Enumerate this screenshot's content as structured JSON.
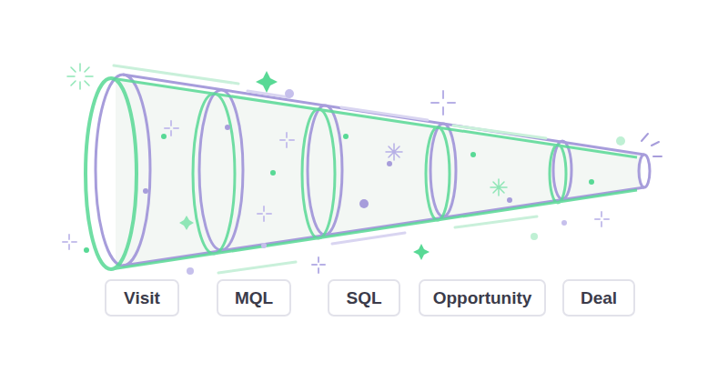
{
  "diagram": {
    "nodes": [
      {
        "text": [
          "Visit"
        ]
      },
      {
        "text": [
          "MQL"
        ]
      },
      {
        "text": [
          "SQL"
        ]
      },
      {
        "text": [
          "Opportunity"
        ]
      },
      {
        "text": [
          "Deal"
        ]
      }
    ]
  }
}
